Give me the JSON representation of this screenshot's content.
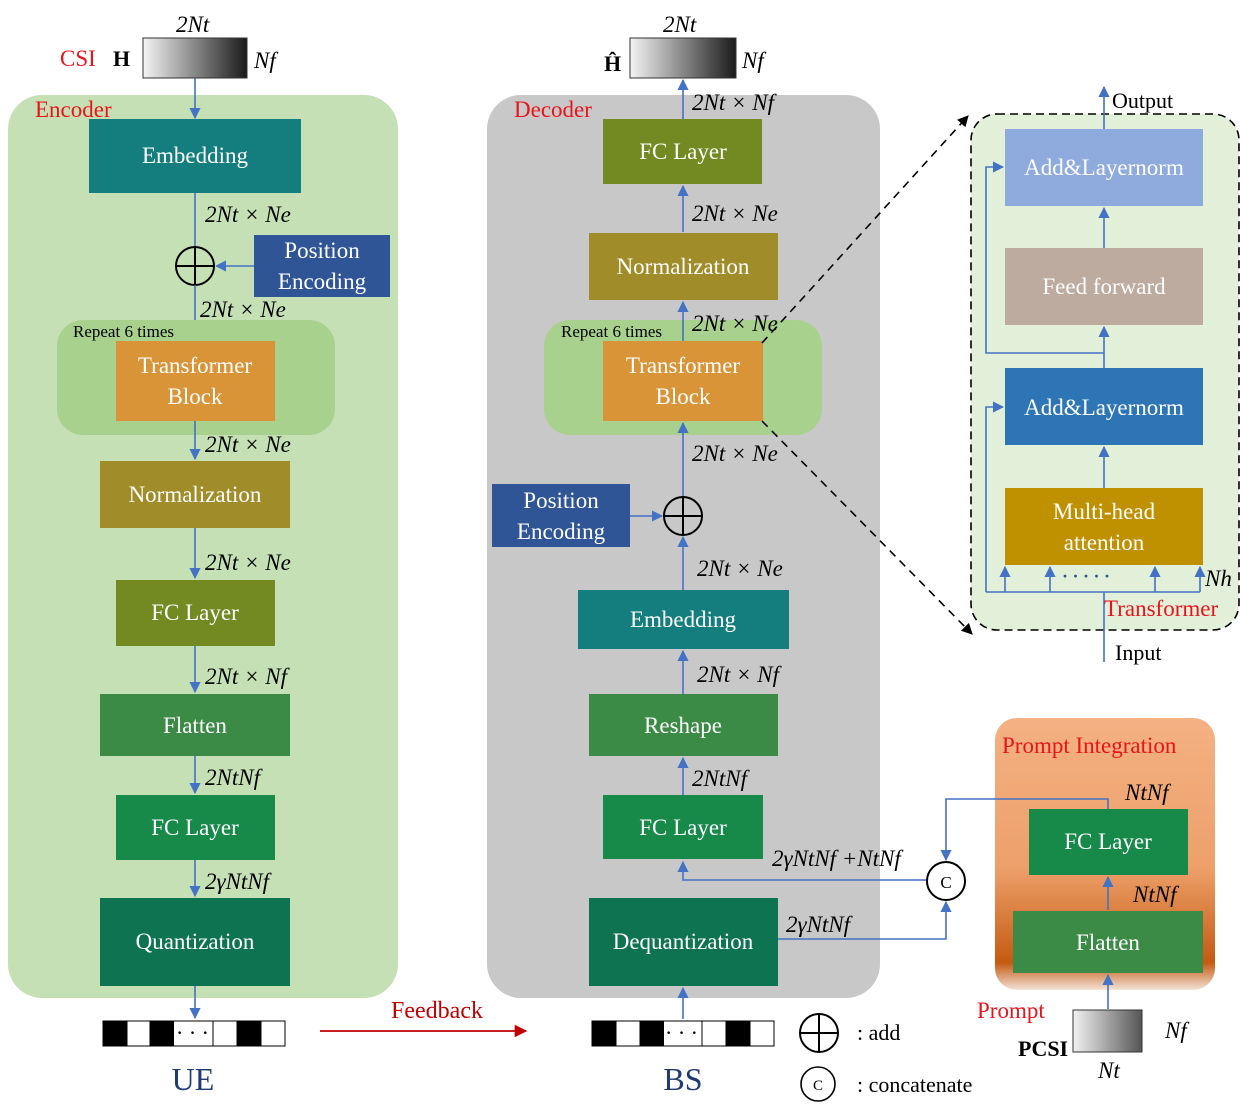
{
  "header": {
    "csi_label": "CSI",
    "h_label": "H",
    "h_hat_label": "Ĥ",
    "dim_2nt": "2Nt",
    "dim_nf": "Nf"
  },
  "encoder": {
    "title": "Encoder",
    "embedding": "Embedding",
    "position_encoding_line1": "Position",
    "position_encoding_line2": "Encoding",
    "repeat": "Repeat 6 times",
    "transformer_line1": "Transformer",
    "transformer_line2": "Block",
    "normalization": "Normalization",
    "fc_layer_1": "FC Layer",
    "flatten": "Flatten",
    "fc_layer_2": "FC Layer",
    "quantization": "Quantization",
    "dims": {
      "after_embedding": "2Nt × Ne",
      "after_add": "2Nt × Ne",
      "after_transformer": "2Nt × Ne",
      "after_norm": "2Nt × Ne",
      "after_fc": "2Nt × Nf",
      "after_flatten": "2NtNf",
      "after_fc2": "2γNtNf"
    }
  },
  "decoder": {
    "title": "Decoder",
    "fc_layer_top": "FC Layer",
    "normalization": "Normalization",
    "repeat": "Repeat 6 times",
    "transformer_line1": "Transformer",
    "transformer_line2": "Block",
    "position_encoding_line1": "Position",
    "position_encoding_line2": "Encoding",
    "embedding": "Embedding",
    "reshape": "Reshape",
    "fc_layer": "FC Layer",
    "dequantization": "Dequantization",
    "dims": {
      "out": "2Nt × Nf",
      "after_norm": "2Nt × Ne",
      "into_transformer": "2Nt × Ne",
      "after_add": "2Nt × Ne",
      "after_embedding": "2Nt × Ne",
      "after_reshape": "2Nt × Nf",
      "after_fc": "2NtNf",
      "concat": "2γNtNf +NtNf",
      "dequant": "2γNtNf"
    }
  },
  "transformer_detail": {
    "output": "Output",
    "add_norm_top": "Add&Layernorm",
    "feed_forward": "Feed forward",
    "add_norm_bottom": "Add&Layernorm",
    "mha_line1": "Multi-head",
    "mha_line2": "attention",
    "nh": "Nh",
    "dots": "· · · · ·",
    "title": "Transformer",
    "input": "Input"
  },
  "prompt": {
    "title": "Prompt  Integration",
    "fc_layer": "FC Layer",
    "flatten": "Flatten",
    "dim_top": "NtNf",
    "dim_mid": "NtNf",
    "prompt_label": "Prompt",
    "p_csi": "PCSI",
    "dim_nf": "Nf",
    "dim_nt": "Nt"
  },
  "bottom": {
    "ue": "UE",
    "bs": "BS",
    "feedback": "Feedback",
    "dots": "· · ·",
    "legend_add": ": add",
    "legend_concat": ": concatenate",
    "concat_symbol": "C"
  },
  "colors": {
    "encoder_bg": "#c5e0b4",
    "decoder_bg": "#c8c8c8",
    "repeat_bg": "#a9d18e",
    "teal": "#137e7d",
    "blue_pe": "#2f5597",
    "orange": "#d99438",
    "olive_norm": "#a08c28",
    "olive_fc": "#738a22",
    "green": "#3b8b46",
    "dark_green": "#0e7351",
    "arrow": "#4472c4",
    "red": "#e8141b"
  }
}
